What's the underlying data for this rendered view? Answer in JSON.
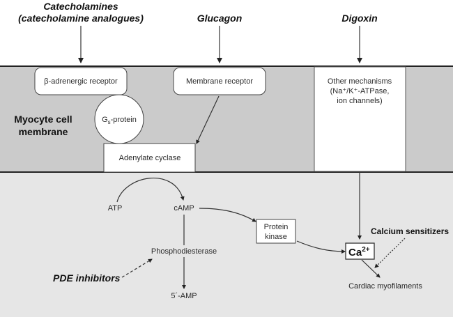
{
  "drugs": {
    "catecholamines_line1": "Catecholamines",
    "catecholamines_line2": "(catecholamine analogues)",
    "glucagon": "Glucagon",
    "digoxin": "Digoxin",
    "pde_inhibitors": "PDE inhibitors",
    "calcium_sensitizers": "Calcium sensitizers"
  },
  "membrane": {
    "label_line1": "Myocyte cell",
    "label_line2": "membrane",
    "beta_receptor": "β-adrenergic receptor",
    "membrane_receptor": "Membrane receptor",
    "gs_protein_main": "G",
    "gs_protein_sub": "s",
    "gs_protein_rest": "-protein",
    "adenylate_cyclase": "Adenylate cyclase",
    "other_mechanisms_line1": "Other mechanisms",
    "other_mechanisms_line2": "(Na⁺/K⁺-ATPase,",
    "other_mechanisms_line3": "ion channels)"
  },
  "cytoplasm": {
    "atp": "ATP",
    "camp": "cAMP",
    "protein_kinase_line1": "Protein",
    "protein_kinase_line2": "kinase",
    "phosphodiesterase": "Phosphodiesterase",
    "amp": "5´-AMP",
    "calcium": "Ca",
    "calcium_charge": "2+",
    "cardiac_myofilaments": "Cardiac myofilaments"
  },
  "colors": {
    "membrane_fill": "#cbcbcb",
    "cytoplasm_fill": "#e6e6e6",
    "box_fill": "#ffffff",
    "line": "#333333"
  }
}
